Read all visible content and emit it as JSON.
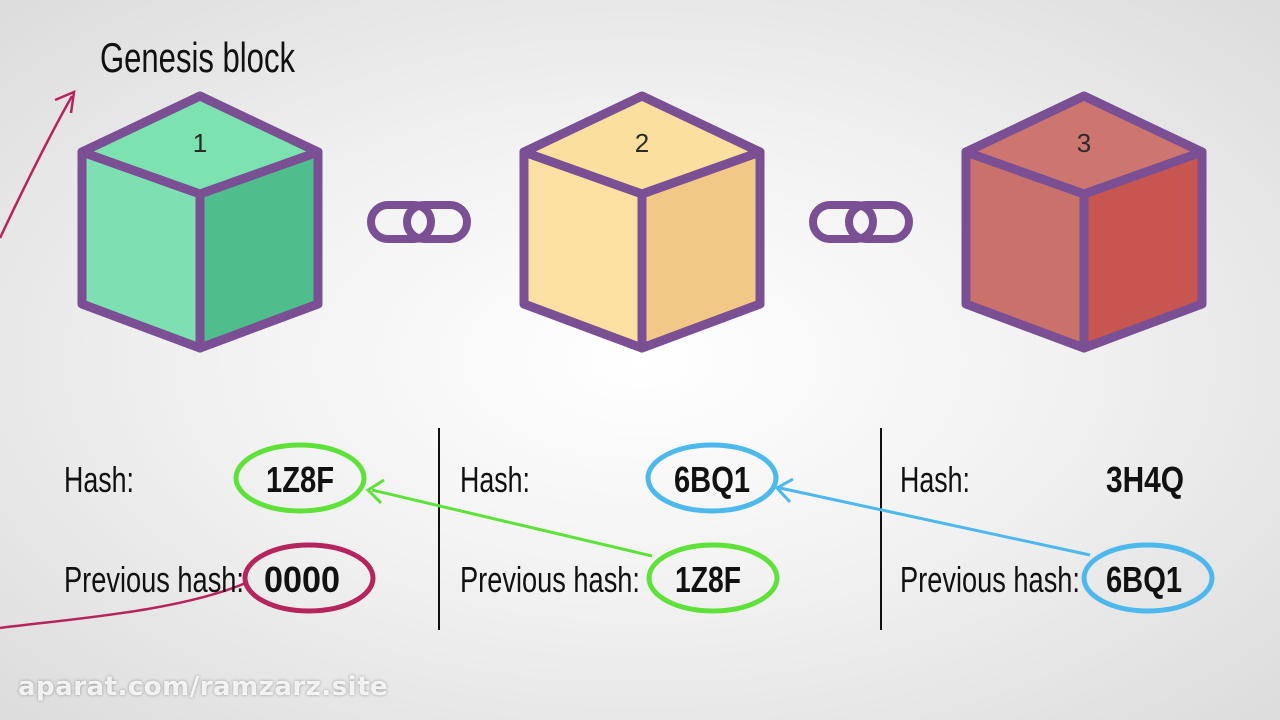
{
  "title": "Genesis block",
  "blocks": [
    {
      "number": "1",
      "hash_label": "Hash:",
      "hash": "1Z8F",
      "prev_label": "Previous hash:",
      "prev_hash": "0000",
      "colors": {
        "top": "#7be2b0",
        "left": "#7ee0b2",
        "right": "#4fbd8c"
      }
    },
    {
      "number": "2",
      "hash_label": "Hash:",
      "hash": "6BQ1",
      "prev_label": "Previous hash:",
      "prev_hash": "1Z8F",
      "colors": {
        "top": "#fadf9f",
        "left": "#fbe0a2",
        "right": "#f2c886"
      }
    },
    {
      "number": "3",
      "hash_label": "Hash:",
      "hash": "3H4Q",
      "prev_label": "Previous hash:",
      "prev_hash": "6BQ1",
      "colors": {
        "top": "#cd7670",
        "left": "#cb716c",
        "right": "#c85650"
      }
    }
  ],
  "colors": {
    "outline": "#7a4f93",
    "green": "#5ee23a",
    "blue": "#4cb8ec",
    "crimson": "#b5245c",
    "chain": "#7a4f93"
  },
  "icons": {
    "link": "chain-link-icon"
  },
  "watermark": "aparat.com/ramzarz.site"
}
